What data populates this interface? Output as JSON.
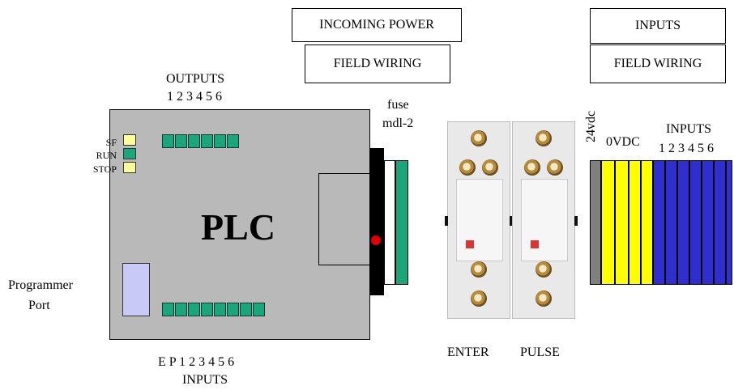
{
  "header": {
    "incoming_power": "INCOMING POWER",
    "field_wiring_left": "FIELD WIRING",
    "inputs": "INPUTS",
    "field_wiring_right": "FIELD WIRING"
  },
  "plc": {
    "title": "PLC",
    "outputs_label": "OUTPUTS",
    "outputs_numbers": "1 2 3 4 5 6",
    "inputs_numbers": "E P 1 2 3 4 5 6",
    "inputs_label": "INPUTS",
    "status_labels": [
      "SF",
      "RUN",
      "STOP"
    ],
    "programmer_port": [
      "Programmer",
      "Port"
    ]
  },
  "fuse": {
    "line1": "fuse",
    "line2": "mdl-2"
  },
  "relays": {
    "left": "ENTER",
    "right": "PULSE"
  },
  "terminal_block": {
    "voltage_top": "24vdc",
    "zero_vdc": "0VDC",
    "inputs_label": "INPUTS",
    "inputs_numbers": "1 2 3 4 5 6"
  },
  "colors": {
    "plc_body": "#b9b9b9",
    "led_green_segment": "#1aa67a",
    "led_yellow": "#ffff99",
    "programmer_port": "#c9c9f7",
    "terminal_gray": "#808080",
    "terminal_yellow": "#ffff00",
    "terminal_blue": "#2f2fd0",
    "red_dot": "#e00000"
  }
}
